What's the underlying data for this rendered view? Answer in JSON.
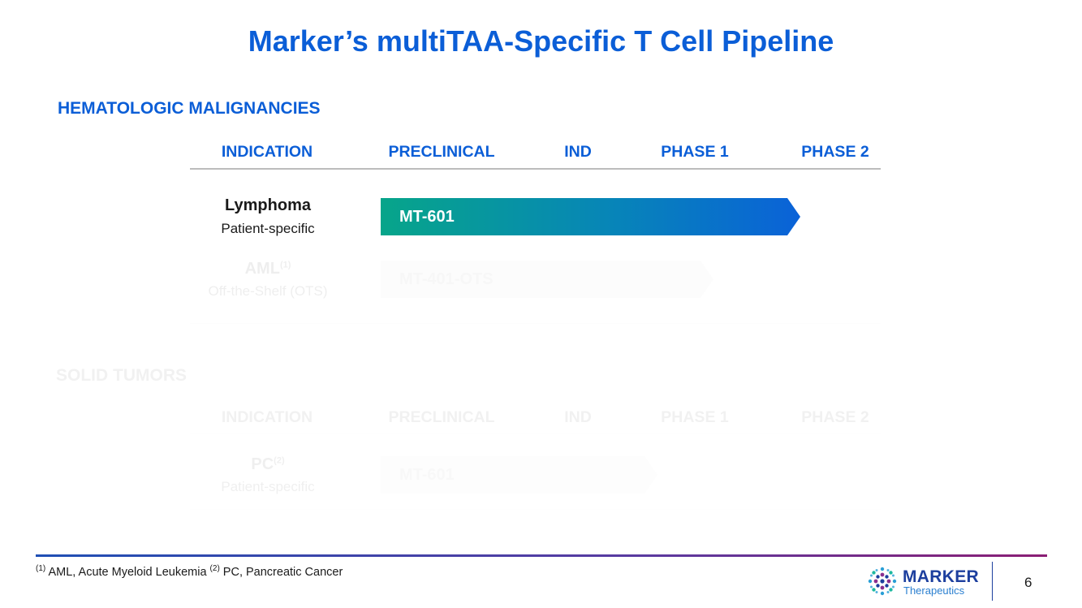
{
  "title": "Marker’s multiTAA-Specific T Cell Pipeline",
  "hematologic": {
    "heading": "HEMATOLOGIC MALIGNANCIES",
    "columns": [
      "INDICATION",
      "PRECLINICAL",
      "IND",
      "PHASE 1",
      "PHASE 2"
    ],
    "rows": [
      {
        "name": "Lymphoma",
        "sup": "",
        "sub": "Patient-specific",
        "program": "MT-601"
      },
      {
        "name": "AML",
        "sup": "(1)",
        "sub": "Off-the-Shelf (OTS)",
        "program": "MT-401-OTS"
      }
    ]
  },
  "solid": {
    "heading": "SOLID TUMORS",
    "columns": [
      "INDICATION",
      "PRECLINICAL",
      "IND",
      "PHASE 1",
      "PHASE 2"
    ],
    "rows": [
      {
        "name": "PC",
        "sup": "(2)",
        "sub": "Patient-specific",
        "program": "MT-601"
      }
    ]
  },
  "footnote": {
    "sup1": "(1)",
    "text1": " AML, Acute Myeloid Leukemia ",
    "sup2": "(2)",
    "text2": " PC, Pancreatic Cancer"
  },
  "logo": {
    "name": "MARKER",
    "sub": "Therapeutics"
  },
  "page_number": "6",
  "colors": {
    "accent": "#0b5ed7",
    "bar_start": "#07a58a",
    "bar_end": "#0a62d8"
  }
}
